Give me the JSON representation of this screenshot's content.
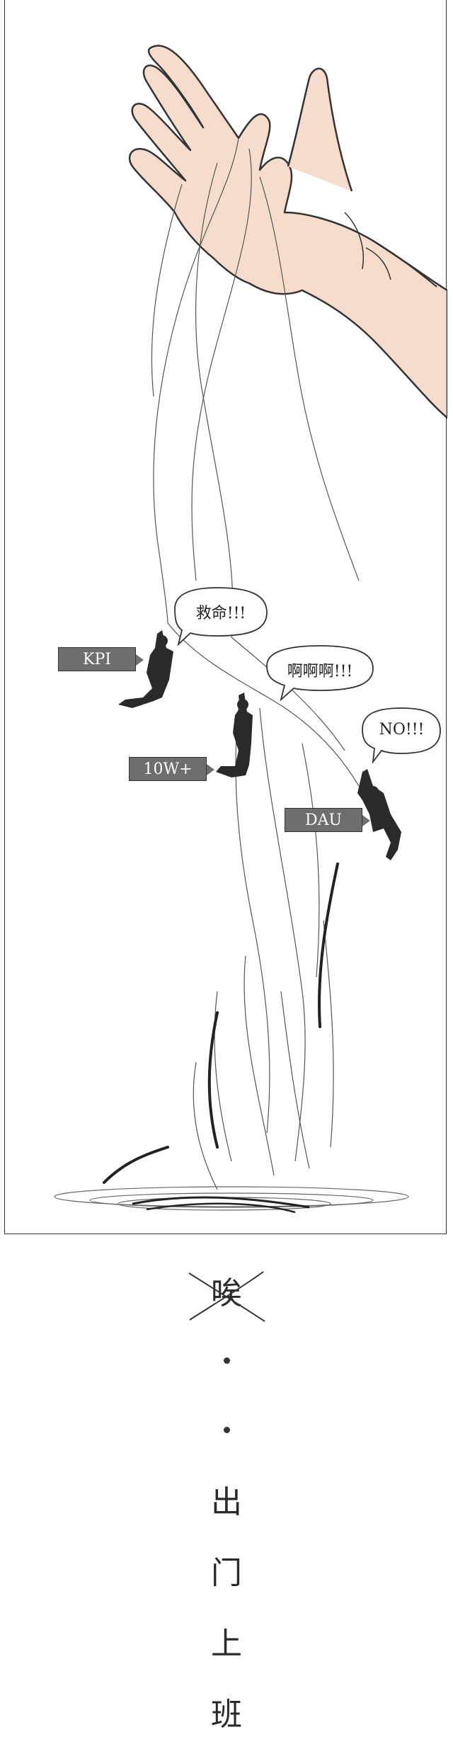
{
  "panel": {
    "tags": [
      {
        "id": "kpi",
        "label": "KPI"
      },
      {
        "id": "10w",
        "label": "10W+"
      },
      {
        "id": "dau",
        "label": "DAU"
      }
    ],
    "bubbles": [
      {
        "id": "b1",
        "text": "救命!!!"
      },
      {
        "id": "b2",
        "text": "啊啊啊!!!"
      },
      {
        "id": "b3",
        "text": "NO!!!"
      }
    ]
  },
  "caption": {
    "struck": "唉",
    "dot1": "·",
    "dot2": "·",
    "chars": [
      "出",
      "门",
      "上",
      "班"
    ]
  },
  "colors": {
    "skin": "#f5dccd",
    "line": "#333333",
    "tag_bg": "#6e6e6e"
  }
}
